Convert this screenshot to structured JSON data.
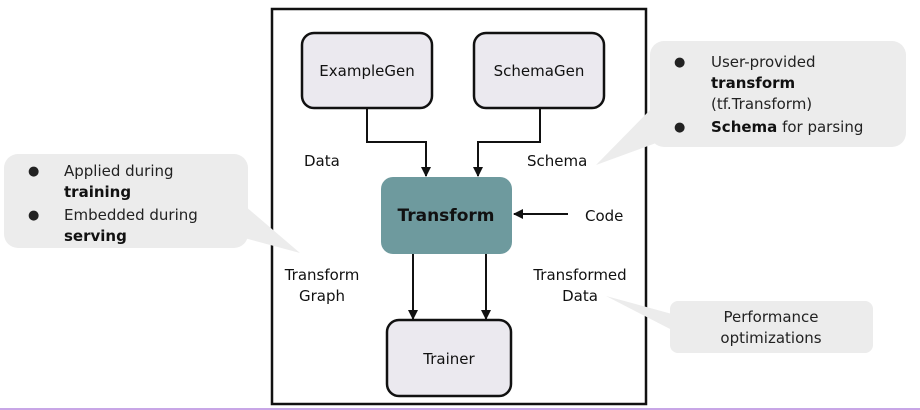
{
  "nodes": {
    "examplegen": "ExampleGen",
    "schemagen": "SchemaGen",
    "transform": "Transform",
    "trainer": "Trainer"
  },
  "edge_labels": {
    "data": "Data",
    "schema": "Schema",
    "code": "Code",
    "transform_graph_line1": "Transform",
    "transform_graph_line2": "Graph",
    "transformed_data_line1": "Transformed",
    "transformed_data_line2": "Data"
  },
  "callouts": {
    "left": {
      "bullet": "●",
      "item1_line1": "Applied during",
      "item1_line2": "training",
      "item2_line1": "Embedded during",
      "item2_line2": "serving"
    },
    "right_top": {
      "bullet": "●",
      "item1_line1": "User-provided",
      "item1_line2": "transform",
      "item1_line3": "(tf.Transform)",
      "item2_bold": "Schema",
      "item2_rest": " for parsing"
    },
    "right_bottom": {
      "line1": "Performance",
      "line2": "optimizations"
    }
  },
  "colors": {
    "node_fill": "#ebe9ef",
    "transform_fill": "#6e9a9e",
    "callout_fill": "#ececec",
    "frame": "#111111",
    "bottom_accent": "#c8a6e6"
  }
}
